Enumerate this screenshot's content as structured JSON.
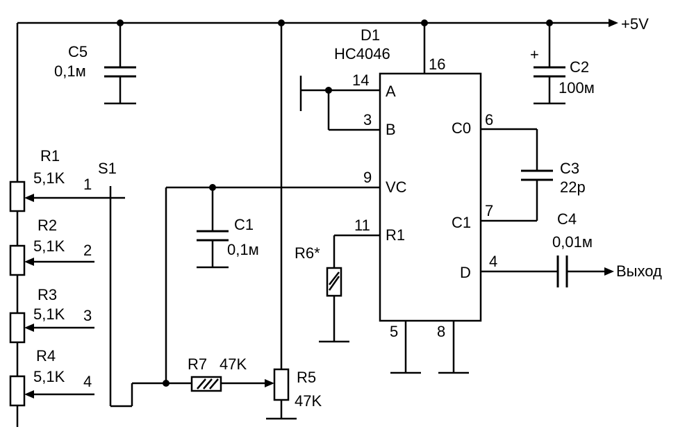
{
  "supply": {
    "label": "+5V"
  },
  "output": {
    "label": "Выход"
  },
  "chip": {
    "ref": "D1",
    "part": "HC4046"
  },
  "pins": {
    "A": "A",
    "B": "B",
    "VC": "VC",
    "R1": "R1",
    "C0": "C0",
    "C1": "C1",
    "D": "D"
  },
  "pin_numbers": {
    "p16": "16",
    "p14": "14",
    "p3": "3",
    "p9": "9",
    "p11": "11",
    "p6": "6",
    "p7": "7",
    "p4": "4",
    "p5": "5",
    "p8": "8"
  },
  "components": {
    "C5": {
      "ref": "C5",
      "value": "0,1м"
    },
    "C2": {
      "ref": "C2",
      "value": "100м",
      "polarity": "+"
    },
    "C3": {
      "ref": "C3",
      "value": "22p"
    },
    "C1": {
      "ref": "C1",
      "value": "0,1м"
    },
    "C4": {
      "ref": "C4",
      "value": "0,01м"
    },
    "R1": {
      "ref": "R1",
      "value": "5,1K"
    },
    "R2": {
      "ref": "R2",
      "value": "5,1K"
    },
    "R3": {
      "ref": "R3",
      "value": "5,1K"
    },
    "R4": {
      "ref": "R4",
      "value": "5,1K"
    },
    "R5": {
      "ref": "R5",
      "value": "47K"
    },
    "R6": {
      "ref": "R6*"
    },
    "R7": {
      "ref": "R7",
      "value": "47K"
    }
  },
  "switch": {
    "ref": "S1",
    "positions": [
      "1",
      "2",
      "3",
      "4"
    ]
  }
}
